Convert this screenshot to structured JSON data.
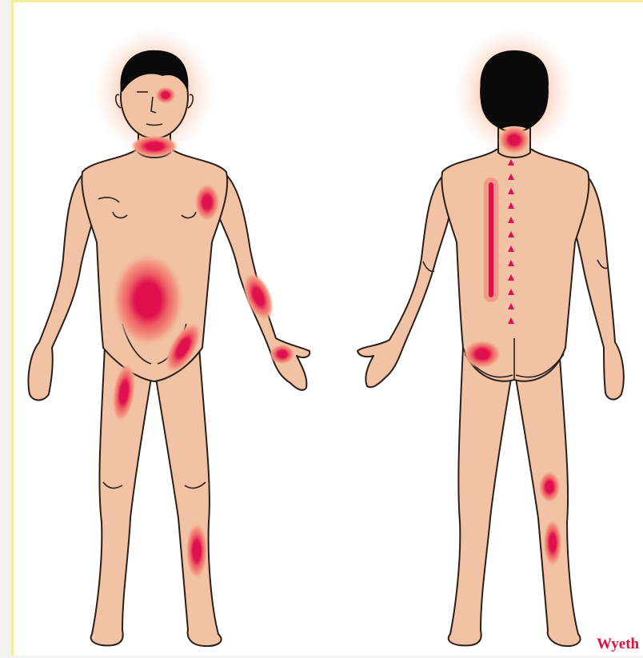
{
  "figure": {
    "views": [
      "front",
      "back"
    ],
    "colors": {
      "background": "#ffffff",
      "frame": "#f3ec9a",
      "skin": "#f1c2a4",
      "outline": "#2b1f1a",
      "hair": "#0a0a0a",
      "pain_core": "#e0104e",
      "pain_mid": "#ee6a6a",
      "pain_halo": "#f7b59b"
    }
  },
  "watermark": {
    "text": "Wyeth",
    "color": "#e0103f"
  }
}
